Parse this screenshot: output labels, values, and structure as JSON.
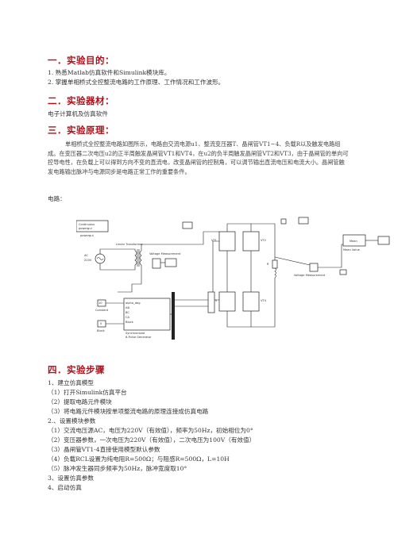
{
  "sections": [
    {
      "heading": "一．实验目的：",
      "items": [
        "1.  熟悉Matlab仿真软件和Simulink模块库。",
        "2.  掌握单相桥式全控整流电路的工作原理、工作情况和工作波形。"
      ]
    },
    {
      "heading": "二．实验器材：",
      "text": "电子计算机及仿真软件"
    },
    {
      "heading": "三．实验原理：",
      "paragraph": "单相桥式全控整流电路如图所示，电路由交流电源u1、整流变压器T、晶闸管VT1~4、负载R以及触发电路组成。在变压器二次电压u2的正半周触发晶闸管VT1和VT4，在u2的负半周触发晶闸管VT2和VT3，由于晶闸管的单向可控导电性，在负载上可以得到方向不变的直流电，改变晶闸管的控制角，可以调节输出直流电压和电流大小。晶闸管触发电路输出脉冲与电源同步是电路正常工作的重要条件。",
      "circuit_label": "电路："
    },
    {
      "heading": "四．实验步骤",
      "lines": [
        "1、建立仿真模型",
        "（1）打开Simulink仿真平台",
        "（2）提取电路元件模块",
        "（3）将电路元件模块按单项整流电路的原理连接成仿真电路",
        "2.、设置模块参数",
        "（1）交流电压源AC，电压为220V（有效值），频率为50Hz，初始相位为0°",
        "（2）变压器参数，一次电压为220V（有效值），二次电压为100V（有效值）",
        "（3）晶闸管VT1-4直接使用模型默认参数",
        "（4）负载RCL设置为纯电阻R=500Ω；与阻感R=500Ω，L=10H",
        "（5）脉冲发生器同步频率为50Hz，脉冲宽度取10°",
        "3、设置仿真参数",
        "4、启动仿真"
      ]
    }
  ],
  "circuit": {
    "powergui_a": "Continuous",
    "powergui_b": "powergui",
    "powergui_name": "powergui",
    "ac_name": "AC",
    "ac_value": "220V",
    "transformer": "Linear Transformer",
    "vmeas1": "Voltage Measurement",
    "const_value": "10",
    "const_name": "Constant",
    "block_value": "0",
    "block_name": "Block",
    "pulse_port1": "alpha_deg",
    "pulse_port2": "AB",
    "pulse_port3": "BC",
    "pulse_port4": "CA",
    "pulse_port5": "Block",
    "pulse_name1": "Synchronized",
    "pulse_name2": "6-Pulse Generator",
    "vt1": "VT1",
    "vt2": "VT2",
    "vt3": "VT3",
    "vt4": "VT4",
    "load": "R",
    "vmeas2": "Voltage Measurement",
    "mean": "Mean",
    "mean_value": "Mean Value"
  }
}
